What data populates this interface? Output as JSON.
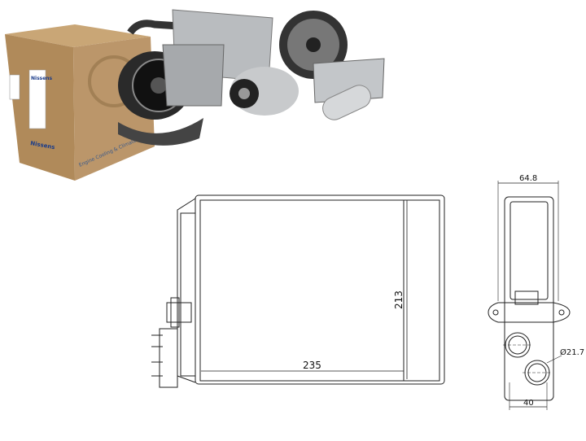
{
  "photo": {
    "brand_logo_text": "Nissens",
    "box_slogan": "Engine Cooling & Climate",
    "colors": {
      "cardboard": "#b89466",
      "cardboard_dark": "#9c7a4e",
      "metal": "#9a9da0"
    }
  },
  "drawing": {
    "front_view": {
      "width_label": "235",
      "height_label": "213"
    },
    "side_view": {
      "width_label": "64.8",
      "pipe_diameter_label": "Ø21.7",
      "pipe_spacing_label": "40"
    }
  }
}
